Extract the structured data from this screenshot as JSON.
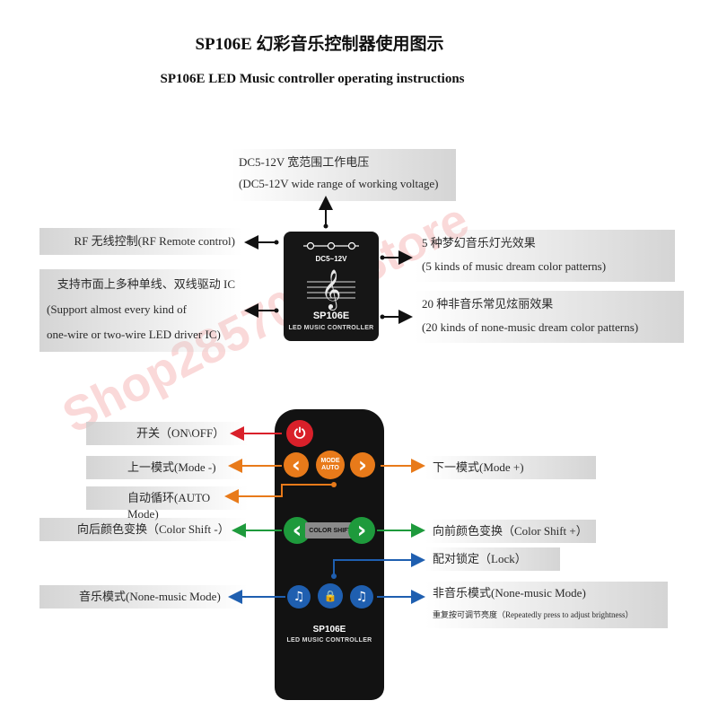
{
  "title_cn": "SP106E 幻彩音乐控制器使用图示",
  "title_en": "SP106E LED Music controller operating instructions",
  "device": {
    "power_label": "DC5~12V",
    "name": "SP106E",
    "subtitle": "LED MUSIC CONTROLLER",
    "note_glyph": "𝄞"
  },
  "device_labels": {
    "voltage_cn": "DC5-12V 宽范围工作电压",
    "voltage_en": "(DC5-12V wide range of working voltage)",
    "rf": "RF 无线控制(RF Remote control)",
    "ic_line1": "支持市面上多种单线、双线驱动 IC",
    "ic_line2": "(Support almost every kind of",
    "ic_line3": "one-wire or two-wire LED driver IC)",
    "dream_cn": "5 种梦幻音乐灯光效果",
    "dream_en": "(5 kinds of music dream color patterns)",
    "nonmusic_cn": "20 种非音乐常见炫丽效果",
    "nonmusic_en": "(20 kinds of none-music dream color patterns)"
  },
  "remote": {
    "name": "SP106E",
    "subtitle": "LED MUSIC CONTROLLER",
    "mode_auto_line1": "MODE",
    "mode_auto_line2": "AUTO",
    "color_shift": "COLOR SHIFT",
    "power_glyph": "⏻",
    "left_glyph": "‹",
    "right_glyph": "›",
    "music_glyph": "♫",
    "lock_glyph": "🔒"
  },
  "remote_labels": {
    "onoff": "开关（ON\\OFF）",
    "mode_prev": "上一模式(Mode -)",
    "auto_mode": "自动循环(AUTO Mode)",
    "color_prev": "向后颜色变换（Color Shift -）",
    "music_mode": "音乐模式(None-music Mode)",
    "mode_next": "下一模式(Mode +)",
    "color_next": "向前颜色变换（Color Shift +）",
    "lock": "配对锁定（Lock）",
    "nonmusic_mode": "非音乐模式(None-music Mode)",
    "brightness": "重复按可调节亮度（Repeatedly press to adjust brightness）"
  },
  "watermark": "Shop2857071 Store",
  "colors": {
    "power_red": "#d9202a",
    "mode_orange": "#e87a1a",
    "color_green": "#1e9a3c",
    "music_blue": "#1f5fb0"
  }
}
